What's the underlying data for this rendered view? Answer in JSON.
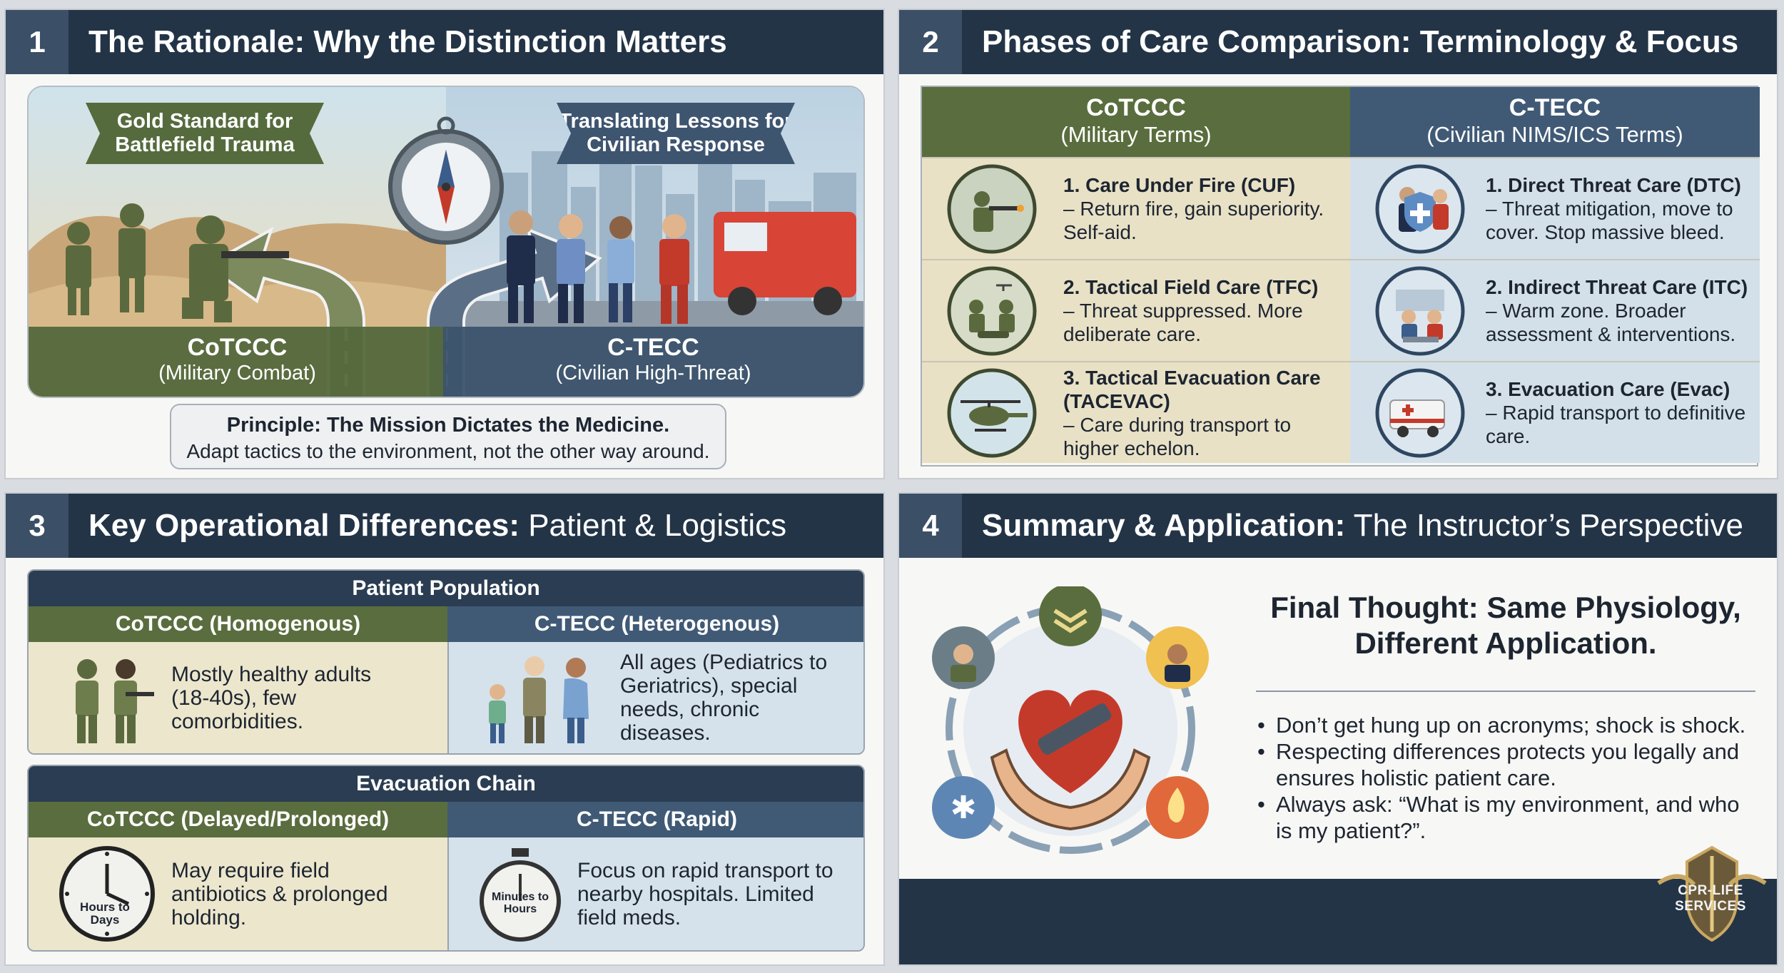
{
  "panel1": {
    "number": "1",
    "title": "The Rationale: Why the Distinction Matters",
    "ribbon_left": "Gold Standard for Battlefield Trauma",
    "ribbon_right": "Translating Lessons for Civilian Response",
    "left_name": "CoTCCC",
    "left_sub": "(Military Combat)",
    "right_name": "C-TECC",
    "right_sub": "(Civilian High-Threat)",
    "principle_title": "Principle: The Mission Dictates the Medicine.",
    "principle_text": "Adapt tactics to the environment, not the other way around."
  },
  "panel2": {
    "number": "2",
    "title": "Phases of Care Comparison: Terminology & Focus",
    "col_left_name": "CoTCCC",
    "col_left_sub": "(Military Terms)",
    "col_right_name": "C-TECC",
    "col_right_sub": "(Civilian NIMS/ICS Terms)",
    "rows": [
      {
        "left_title": "1. Care Under Fire (CUF)",
        "left_text": "– Return fire, gain superiority. Self-aid.",
        "right_title": "1. Direct Threat Care (DTC)",
        "right_text": "– Threat mitigation, move to cover. Stop massive bleed."
      },
      {
        "left_title": "2. Tactical Field Care (TFC)",
        "left_text": "– Threat suppressed. More deliberate care.",
        "right_title": "2. Indirect Threat Care (ITC)",
        "right_text": "– Warm zone. Broader assessment & interventions."
      },
      {
        "left_title": "3. Tactical Evacuation Care (TACEVAC)",
        "left_text": "– Care during transport to higher echelon.",
        "right_title": "3. Evacuation Care (Evac)",
        "right_text": "– Rapid transport to definitive care."
      }
    ]
  },
  "panel3": {
    "number": "3",
    "title_bold": "Key Operational Differences:",
    "title_rest": " Patient & Logistics",
    "population": {
      "header": "Patient Population",
      "left_head": "CoTCCC (Homogenous)",
      "left_text": "Mostly healthy adults (18-40s), few comorbidities.",
      "right_head": "C-TECC (Heterogenous)",
      "right_text": "All ages (Pediatrics to Geriatrics), special needs, chronic diseases."
    },
    "evacuation": {
      "header": "Evacuation Chain",
      "left_head": "CoTCCC (Delayed/Prolonged)",
      "left_text": "May require field antibiotics & prolonged holding.",
      "left_clock_label": "Hours to Days",
      "right_head": "C-TECC (Rapid)",
      "right_text": "Focus on rapid transport to nearby hospitals. Limited field meds.",
      "right_clock_label": "Minutes to Hours"
    }
  },
  "panel4": {
    "number": "4",
    "title_bold": "Summary & Application:",
    "title_rest": " The Instructor’s Perspective",
    "final_thought": "Final Thought: Same Physiology, Different Application.",
    "bullets": [
      "Don’t get hung up on acronyms; shock is shock.",
      "Respecting differences protects you legally and ensures holistic patient care.",
      "Always ask: “What is my environment, and who is my patient?”."
    ],
    "logo_text": "CPR-LIFE SERVICES"
  },
  "icons": {
    "compass": "compass-icon",
    "soldier": "soldier-icon",
    "helicopter": "helicopter-icon",
    "police": "police-icon",
    "ambulance": "ambulance-icon",
    "clock": "clock-icon",
    "stopwatch": "stopwatch-icon",
    "heart-hands": "heart-hands-icon"
  },
  "colors": {
    "navy": "#233447",
    "military_green": "#5a6d3e",
    "civilian_blue": "#405a76",
    "military_bg": "#e8e1c6",
    "civilian_bg": "#d3e0ea"
  }
}
